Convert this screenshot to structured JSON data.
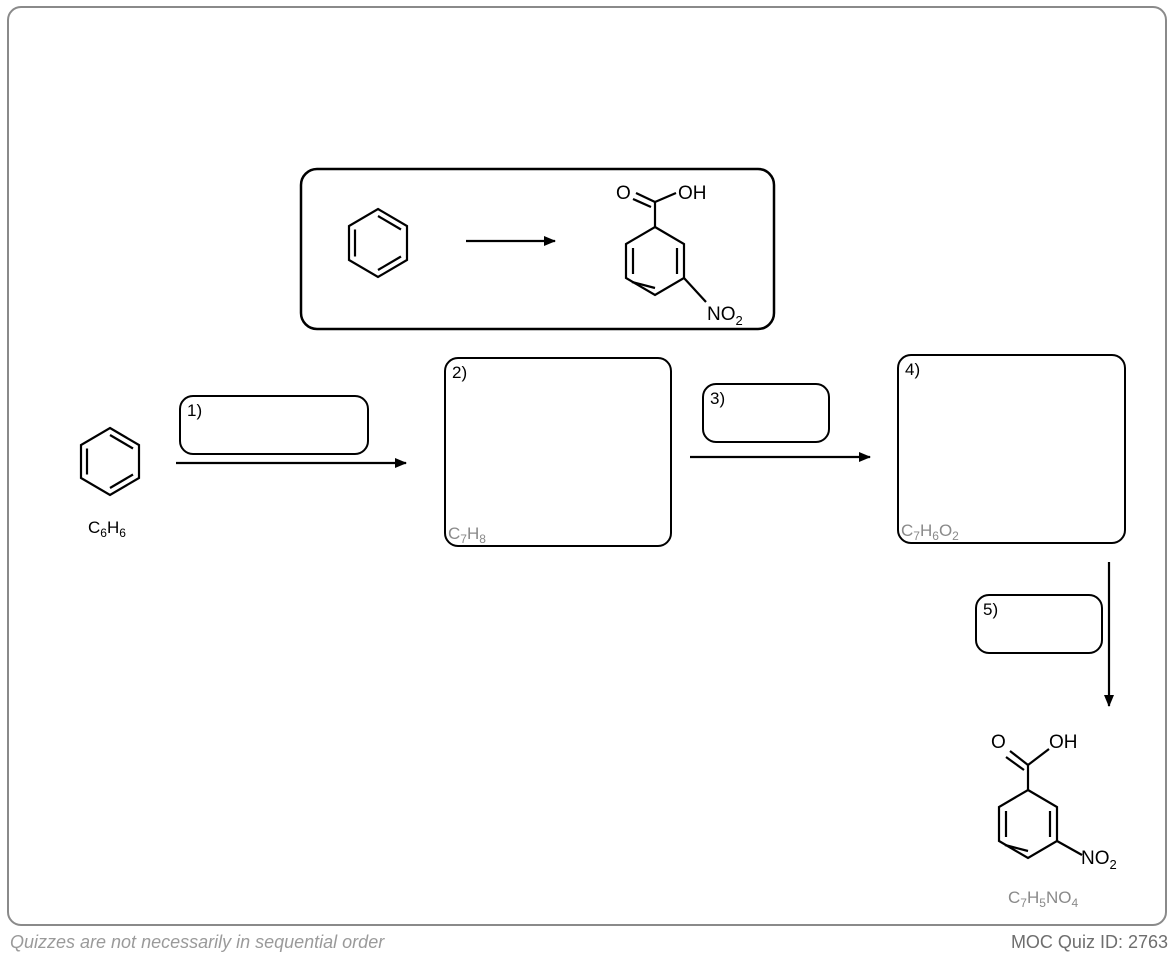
{
  "summary": {
    "carboxyl": {
      "o_label": "O",
      "oh_label": "OH"
    },
    "nitro_label": "NO",
    "nitro_sub": "2"
  },
  "steps": [
    {
      "id": "1",
      "label": "1)"
    },
    {
      "id": "2",
      "label": "2)",
      "formula": {
        "c": "C",
        "c_n": "7",
        "h": "H",
        "h_n": "8"
      }
    },
    {
      "id": "3",
      "label": "3)"
    },
    {
      "id": "4",
      "label": "4)",
      "formula": {
        "c": "C",
        "c_n": "7",
        "h": "H",
        "h_n": "6",
        "o": "O",
        "o_n": "2"
      }
    },
    {
      "id": "5",
      "label": "5)"
    }
  ],
  "start": {
    "c": "C",
    "c_n": "6",
    "h": "H",
    "h_n": "6"
  },
  "product": {
    "o_label": "O",
    "oh_label": "OH",
    "nitro_label": "NO",
    "nitro_sub": "2",
    "formula": {
      "c": "C",
      "c_n": "7",
      "h": "H",
      "h_n": "5",
      "rest": "NO",
      "rest_n": "4"
    }
  },
  "footer": {
    "note": "Quizzes are not necessarily in sequential order",
    "quiz_id": "MOC Quiz ID: 2763"
  }
}
